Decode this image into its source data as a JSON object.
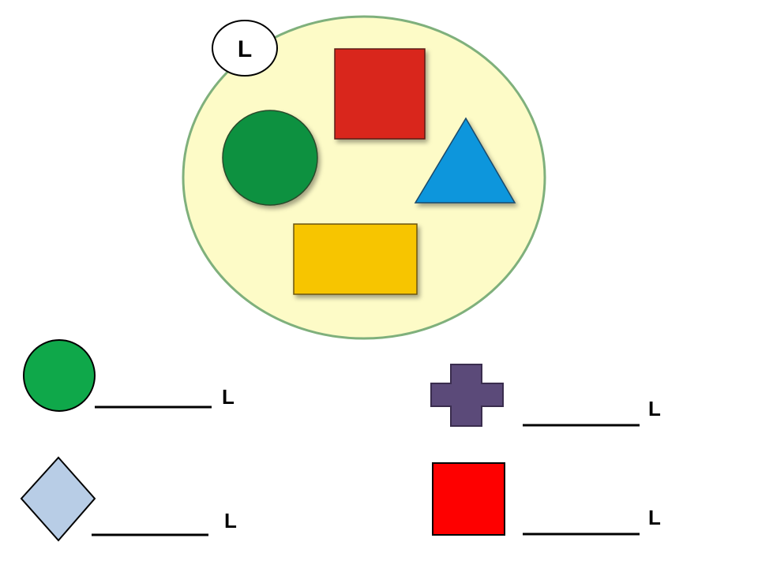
{
  "set": {
    "label": "L",
    "fill": "#fdfbc7",
    "border": "#7fb07c",
    "members": [
      {
        "shape": "circle",
        "color": "#0a9140"
      },
      {
        "shape": "square",
        "color": "#d9281e"
      },
      {
        "shape": "triangle",
        "color": "#0896dc"
      },
      {
        "shape": "rectangle",
        "color": "#f7c500"
      }
    ]
  },
  "exercise": {
    "items": [
      {
        "shape": "circle",
        "color": "#0fa84a",
        "answer_label": "L"
      },
      {
        "shape": "cross",
        "color": "#5b4a79",
        "answer_label": "L"
      },
      {
        "shape": "diamond",
        "color": "#b8cde6",
        "answer_label": "L"
      },
      {
        "shape": "square",
        "color": "#fe0000",
        "answer_label": "L"
      }
    ]
  }
}
